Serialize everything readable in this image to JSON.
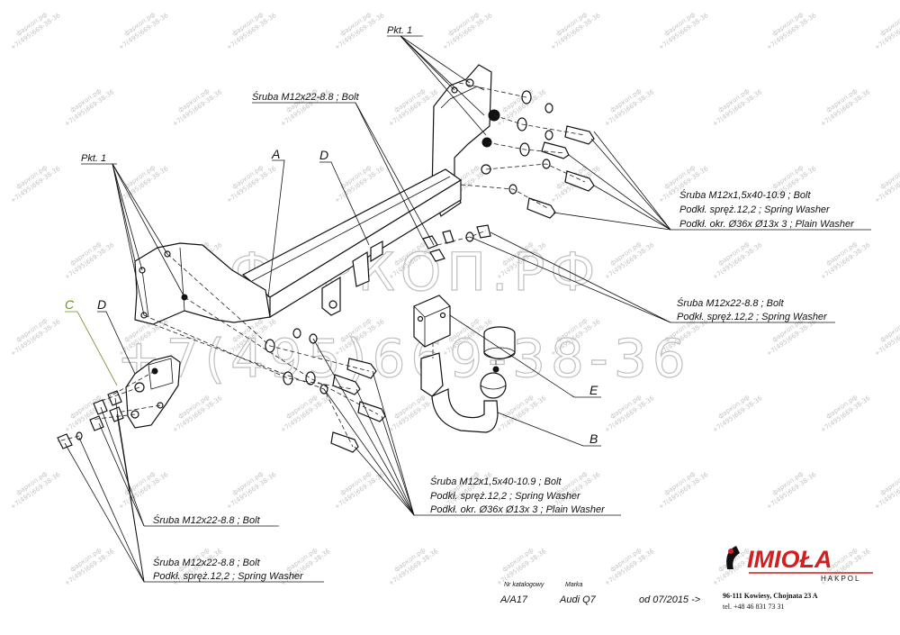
{
  "watermark": {
    "site_large": "ФАРКОП.РФ",
    "phone_large": "+7(495)669-38-36",
    "site_small": "фаркоп.рф",
    "phone_small": "+7(495)669-38-36"
  },
  "labels": {
    "pkt1_top": "Pkt. 1",
    "pkt1_left": "Pkt. 1",
    "part_a": "A",
    "part_b": "B",
    "part_c": "C",
    "part_d_top": "D",
    "part_d_left": "D",
    "part_e": "E",
    "bolt_top": "Śruba M12x22-8.8 ;  Bolt",
    "bolt_right_1": "Śruba M12x1,5x40-10.9 ;  Bolt",
    "bolt_right_2": "Podkł. spręż.12,2 ; Spring Washer",
    "bolt_right_3": "Podkł. okr.  Ø36x Ø13x 3 ; Plain Washer",
    "bolt_mid_1": "Śruba M12x22-8.8 ;  Bolt",
    "bolt_mid_2": "Podkł. spręż.12,2 ; Spring Washer",
    "bolt_center_1": "Śruba M12x1,5x40-10.9 ;  Bolt",
    "bolt_center_2": "Podkł. spręż.12,2 ; Spring Washer",
    "bolt_center_3": "Podkł. okr.  Ø36x Ø13x 3 ; Plain Washer",
    "bolt_left": "Śruba M12x22-8.8 ;  Bolt",
    "bolt_bottom_1": "Śruba M12x22-8.8 ;  Bolt",
    "bolt_bottom_2": "Podkł. spręż.12,2 ; Spring Washer"
  },
  "title_block": {
    "catalog_header": "Nr katalogowy",
    "catalog_value": "A/A17",
    "brand_header": "Marka",
    "brand_value": "Audi Q7",
    "date_value": "od 07/2015 ->",
    "logo_text": "IMIOŁA",
    "logo_sub": "HAKPOL",
    "address": "96-111 Kowiesy, Chojnata 23 A",
    "phone": "tel. +48 46 831 73 31"
  },
  "colors": {
    "logo_red": "#d21f1f",
    "ink": "#111111",
    "watermark": "#bfbfbf",
    "label_c": "#6b8e23"
  }
}
